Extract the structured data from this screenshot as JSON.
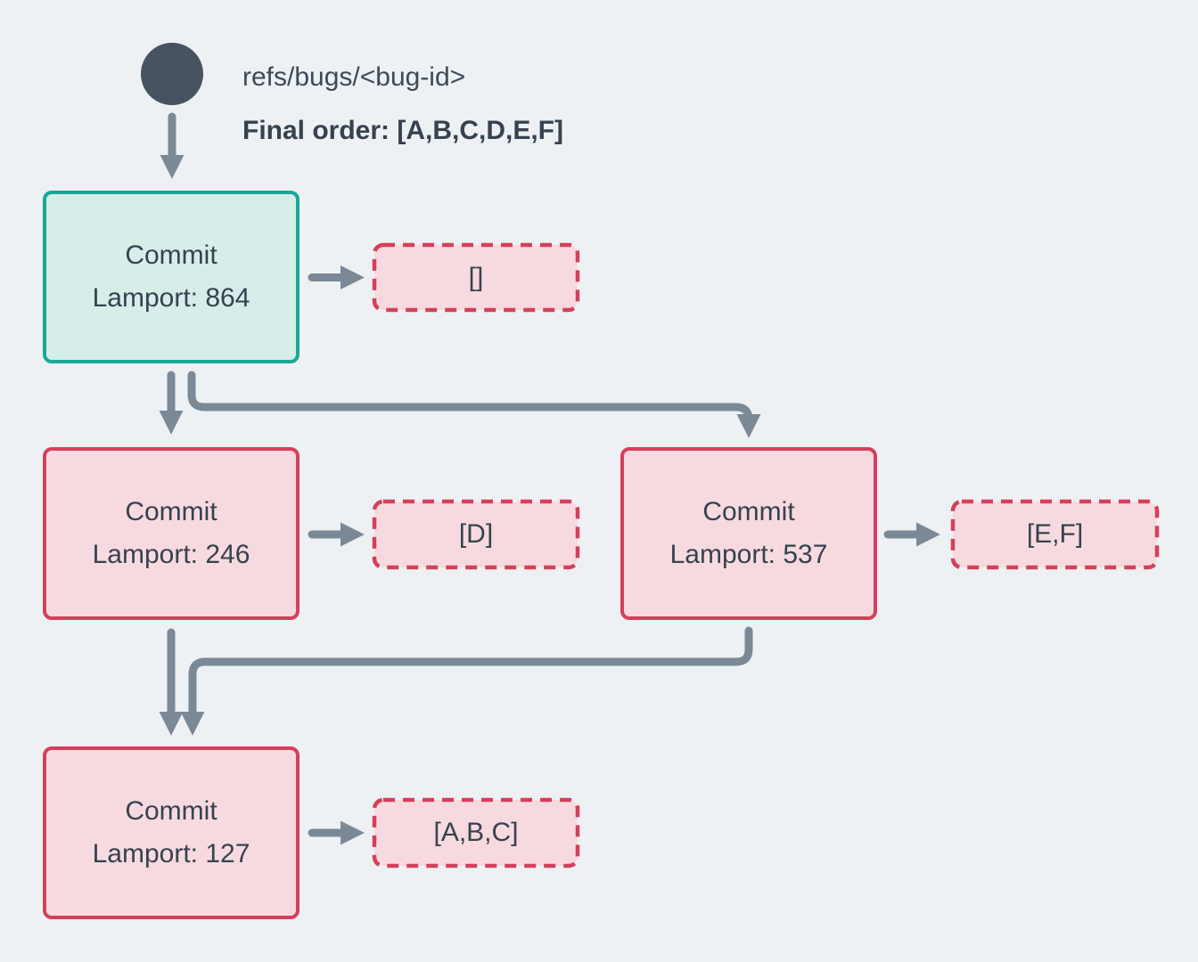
{
  "colors": {
    "background": "#eef1f4",
    "arrow": "#7b8997",
    "ref_circle": "#475360",
    "teal_border": "#1aa898",
    "teal_fill": "#d6ede9",
    "red_border": "#d4405b",
    "pink_fill": "#f7dae0",
    "text": "#36424e"
  },
  "header": {
    "ref_label": "refs/bugs/<bug-id>",
    "final_order": "Final order: [A,B,C,D,E,F]"
  },
  "nodes": [
    {
      "id": "commit-864",
      "title": "Commit",
      "subtitle": "Lamport: 864",
      "role": "head"
    },
    {
      "id": "commit-246",
      "title": "Commit",
      "subtitle": "Lamport: 246",
      "role": "normal"
    },
    {
      "id": "commit-537",
      "title": "Commit",
      "subtitle": "Lamport: 537",
      "role": "normal"
    },
    {
      "id": "commit-127",
      "title": "Commit",
      "subtitle": "Lamport: 127",
      "role": "normal"
    }
  ],
  "payloads": [
    {
      "id": "payload-864",
      "label": "[]"
    },
    {
      "id": "payload-246",
      "label": "[D]"
    },
    {
      "id": "payload-537",
      "label": "[E,F]"
    },
    {
      "id": "payload-127",
      "label": "[A,B,C]"
    }
  ]
}
